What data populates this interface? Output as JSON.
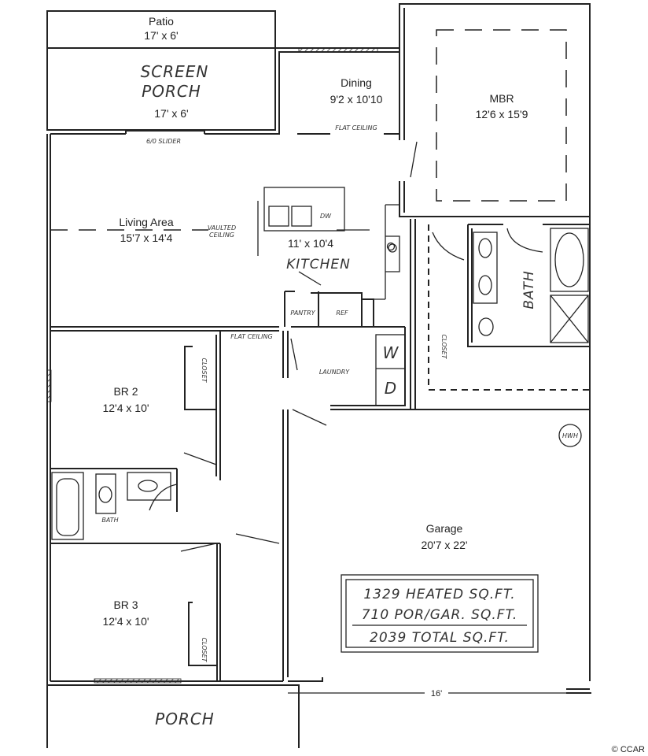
{
  "rooms": {
    "patio": {
      "name": "Patio",
      "size": "17' x 6'"
    },
    "screen_porch": {
      "name_line1": "SCREEN",
      "name_line2": "PORCH",
      "size": "17' x 6'"
    },
    "dining": {
      "name": "Dining",
      "size": "9'2 x 10'10"
    },
    "mbr": {
      "name": "MBR",
      "size": "12'6 x 15'9"
    },
    "living": {
      "name": "Living Area",
      "size": "15'7 x 14'4"
    },
    "kitchen": {
      "name": "KITCHEN",
      "size": "11' x 10'4"
    },
    "br2": {
      "name": "BR 2",
      "size": "12'4 x 10'"
    },
    "br3": {
      "name": "BR 3",
      "size": "12'4 x 10'"
    },
    "garage": {
      "name": "Garage",
      "size": "20'7 x 22'"
    },
    "porch": {
      "name": "PORCH"
    }
  },
  "notes": {
    "slider": "6/0 SLIDER",
    "flat_ceiling_dining": "FLAT CEILING",
    "flat_ceiling_hall": "FLAT CEILING",
    "vaulted_line1": "VAULTED",
    "vaulted_line2": "CEILING",
    "dw": "DW",
    "pantry": "PANTRY",
    "ref": "REF",
    "laundry": "LAUNDRY",
    "washer": "W",
    "dryer": "D",
    "closet_mbr": "CLOSET",
    "closet_br2": "CLOSET",
    "closet_br3": "CLOSET",
    "bath_master": "BATH",
    "bath_hall": "BATH",
    "hwh": "HWH",
    "garage_door_width": "16'"
  },
  "area_summary": {
    "heated": "1329 HEATED SQ.FT.",
    "porch_garage": "710 POR/GAR. SQ.FT.",
    "total": "2039 TOTAL SQ.FT."
  },
  "copyright": "© CCAR"
}
